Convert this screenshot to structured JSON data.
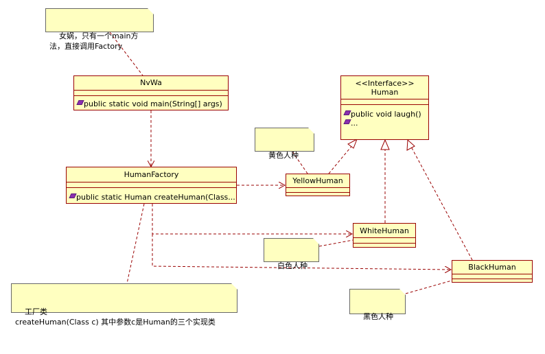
{
  "classes": {
    "nwwa": {
      "name": "NvWa",
      "op1": "public static void main(String[] args)"
    },
    "human": {
      "stereotype": "<<Interface>>",
      "name": "Human",
      "op1": "public  void laugh()",
      "op2": "..."
    },
    "human_factory": {
      "name": "HumanFactory",
      "op1": "public static Human createHuman(Class..."
    },
    "yellow_human": {
      "name": "YellowHuman"
    },
    "white_human": {
      "name": "WhiteHuman"
    },
    "black_human": {
      "name": "BlackHuman"
    }
  },
  "notes": {
    "nwwa_note": "女娲，只有一个main方\n法，直接调用Factory",
    "yellow_note": "黄色人种",
    "white_note": "白色人种",
    "black_note": "黑色人种",
    "factory_note": "工厂类\ncreateHuman(Class c) 其中参数c是Human的三个实现类"
  },
  "colors": {
    "fill": "#ffffc0",
    "border": "#990000",
    "link": "#990000",
    "note_border": "#666666"
  }
}
